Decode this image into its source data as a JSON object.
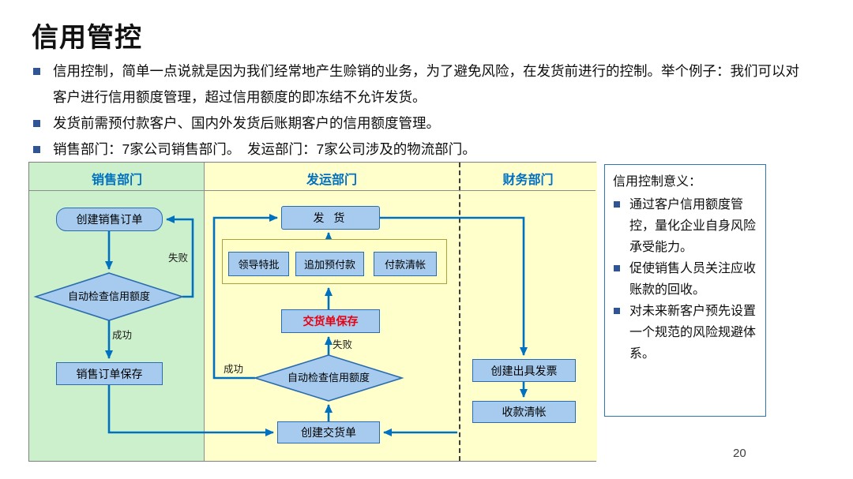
{
  "slide": {
    "title": "信用管控",
    "page_number": "20",
    "bullets": [
      "信用控制，简单一点说就是因为我们经常地产生赊销的业务，为了避免风险，在发货前进行的控制。举个例子：我们可以对客户进行信用额度管理，超过信用额度的即冻结不允许发货。",
      "发货前需预付款客户、国内外发货后账期客户的信用额度管理。",
      "销售部门：7家公司销售部门。　发运部门：7家公司涉及的物流部门。"
    ]
  },
  "flowchart": {
    "lanes": [
      {
        "label": "销售部门"
      },
      {
        "label": "发运部门"
      },
      {
        "label": "财务部门"
      }
    ],
    "nodes": {
      "create_sales_order": "创建销售订单",
      "sales_credit_check": "自动检查信用额度",
      "save_sales_order": "销售订单保存",
      "ship_goods": "发 货",
      "leader_approval": "领导特批",
      "extra_prepayment": "追加预付款",
      "payment_clearing": "付款清帐",
      "save_delivery_note": "交货单保存",
      "delivery_credit_check": "自动检查信用额度",
      "create_delivery_note": "创建交货单",
      "create_invoice": "创建出具发票",
      "receipt_clearing": "收款清帐"
    },
    "labels": {
      "fail_sales": "失败",
      "success_sales": "成功",
      "fail_delivery": "失败",
      "success_delivery": "成功"
    }
  },
  "side_panel": {
    "title": "信用控制意义：",
    "items": [
      "通过客户信用额度管控，量化企业自身风险承受能力。",
      "促使销售人员关注应收账款的回收。",
      "对未来新客户预先设置一个规范的风险规避体系。"
    ]
  },
  "colors": {
    "node_fill": "#a6cbee",
    "node_border": "#2b6cb0",
    "arrow": "#0070c0",
    "lane_sales": "#cdf0cc",
    "lane_yellow": "#ffffcc",
    "panel_border": "#2e75b6",
    "bullet_square": "#2f5597",
    "alert_text": "#e60012"
  }
}
